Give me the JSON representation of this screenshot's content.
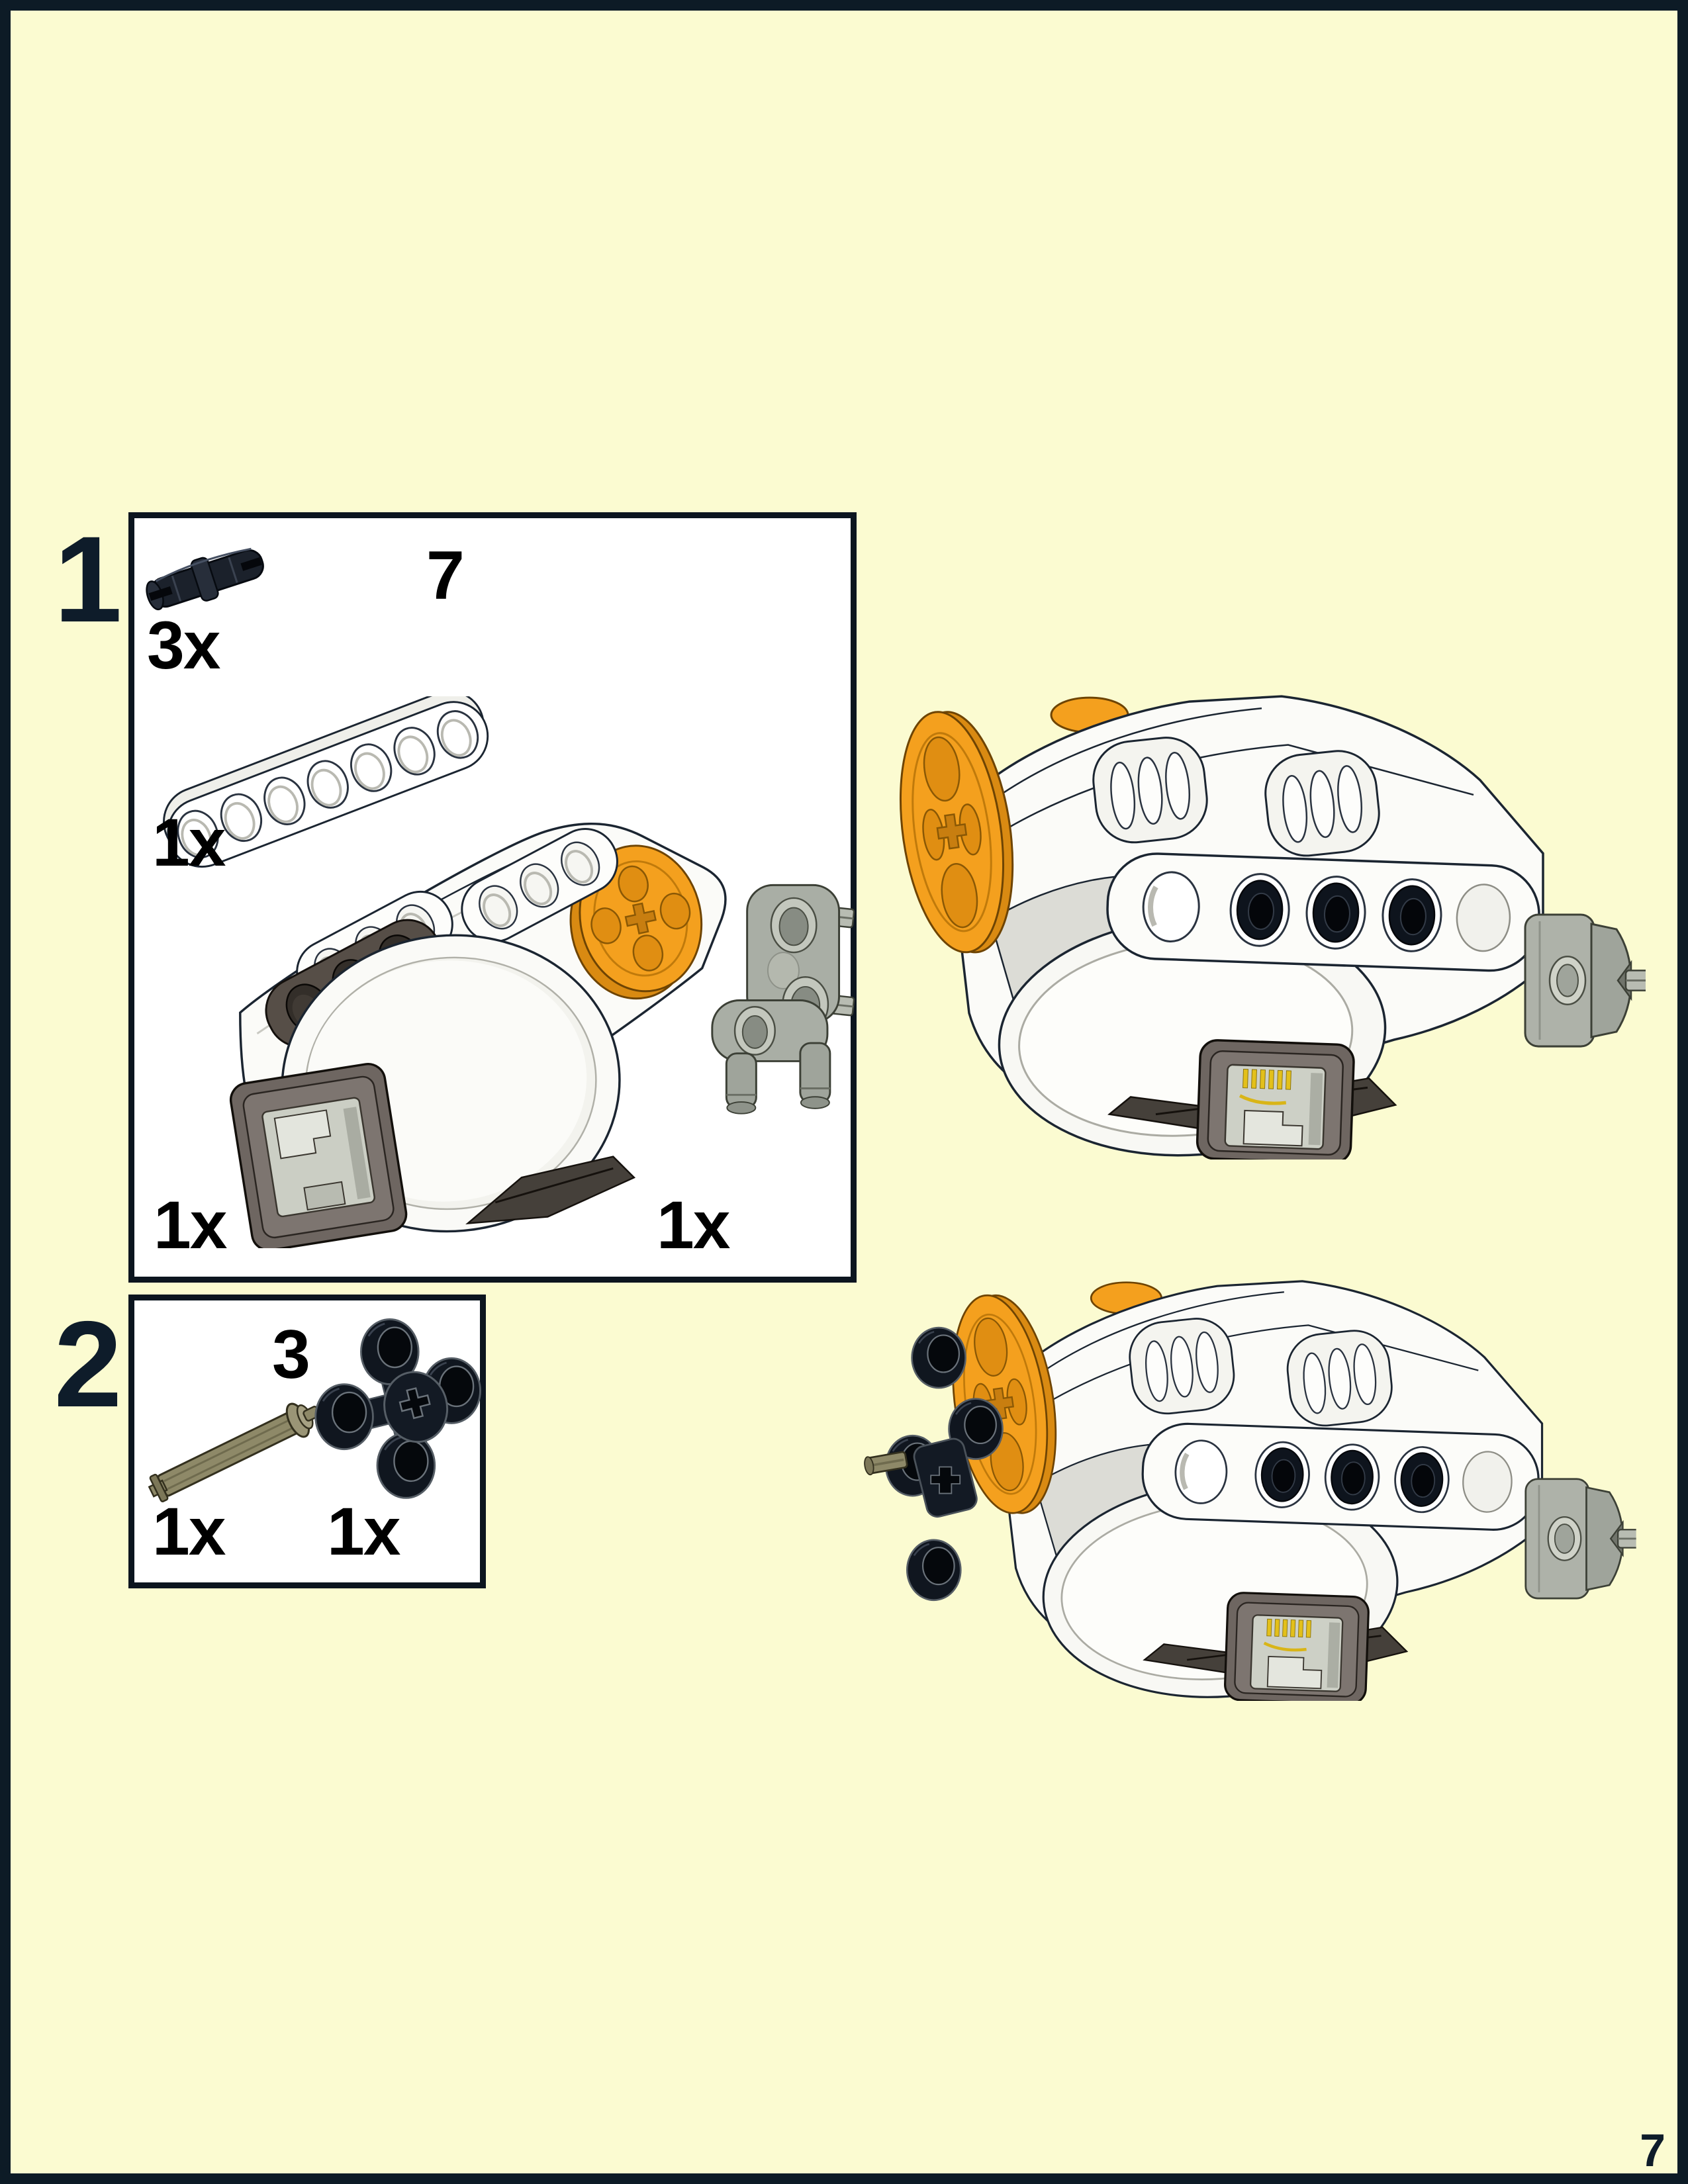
{
  "page": {
    "number": "7"
  },
  "colors": {
    "background": "#FBFBD1",
    "frame": "#0D1B26",
    "box_border": "#0C151F",
    "box_background": "#FFFFFF",
    "label_text": "#000000",
    "step_number_text": "#0E1C2A",
    "orange_part": "#F4A01E",
    "white_part": "#FBFBF8",
    "light_gray_part": "#A9AEA5",
    "dark_gray_part": "#6E6661",
    "black_part": "#131A24",
    "dark_tan_part": "#8E8968",
    "connector_pins_yellow": "#E3C01A"
  },
  "steps": [
    {
      "number": "1",
      "parts": [
        {
          "name": "technic-friction-pin-black",
          "count": "3x"
        },
        {
          "name": "technic-beam-7-white",
          "count": "1x",
          "length_label": "7"
        },
        {
          "name": "nxt-interactive-servo-motor",
          "count": "1x"
        },
        {
          "name": "perpendicular-angle-connector-gray",
          "count": "1x"
        }
      ]
    },
    {
      "number": "2",
      "parts": [
        {
          "name": "axle-3-with-stop-dark-tan",
          "count": "1x",
          "length_label": "3"
        },
        {
          "name": "four-knob-cross-block-black",
          "count": "1x"
        }
      ]
    }
  ],
  "figures": [
    {
      "name": "motor-assembly-after-step-1"
    },
    {
      "name": "motor-assembly-after-step-2"
    }
  ]
}
